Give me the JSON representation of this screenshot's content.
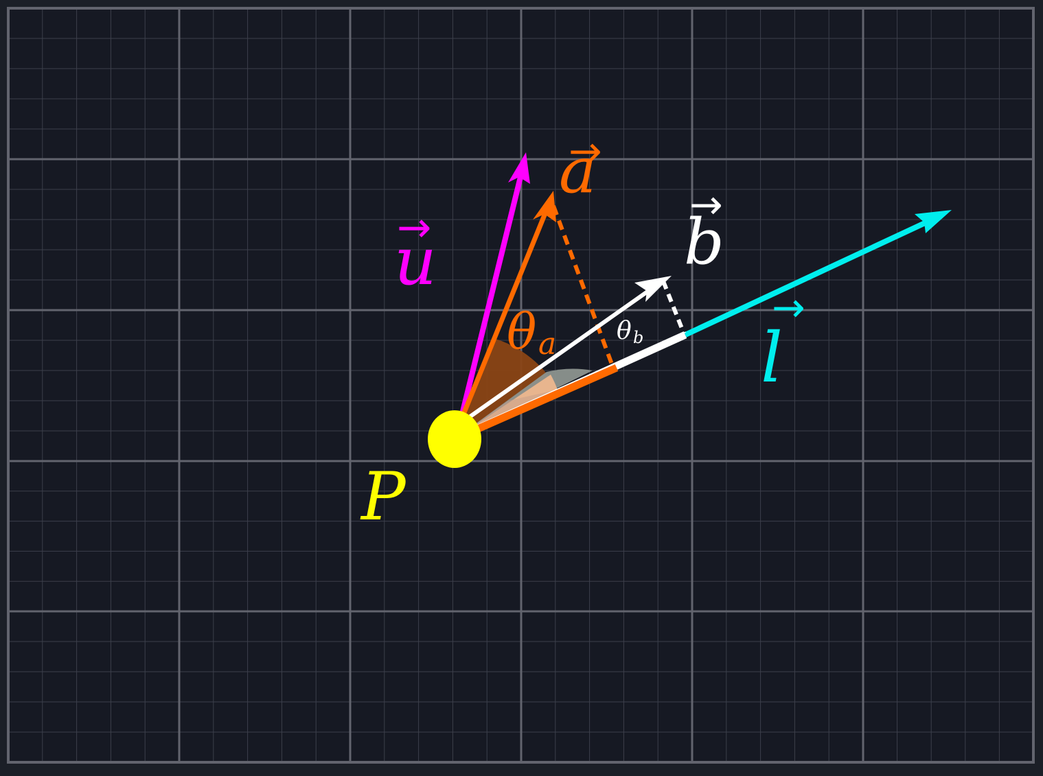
{
  "colors": {
    "page_border": "#1b1f27",
    "background": "#161923",
    "grid_major": "#62646e",
    "grid_minor": "#3c3f4b",
    "u": "#ff00ff",
    "a": "#ff6a00",
    "b": "#ffffff",
    "l": "#00eeee",
    "point": "#ffff00",
    "angle_a_fill": "#8a4515",
    "angle_b_fill": "#8c948f"
  },
  "labels": {
    "u": "u",
    "a": "a",
    "b": "b",
    "l": "l",
    "point": "P",
    "theta": "θ",
    "theta_a_sub": "a",
    "theta_b_sub": "b",
    "vector_arrow": "→"
  },
  "vectors": [
    {
      "name": "u",
      "color_key": "u",
      "from": "P"
    },
    {
      "name": "a",
      "color_key": "a",
      "from": "P"
    },
    {
      "name": "b",
      "color_key": "b",
      "from": "P"
    },
    {
      "name": "l",
      "color_key": "l",
      "from": "P"
    }
  ]
}
